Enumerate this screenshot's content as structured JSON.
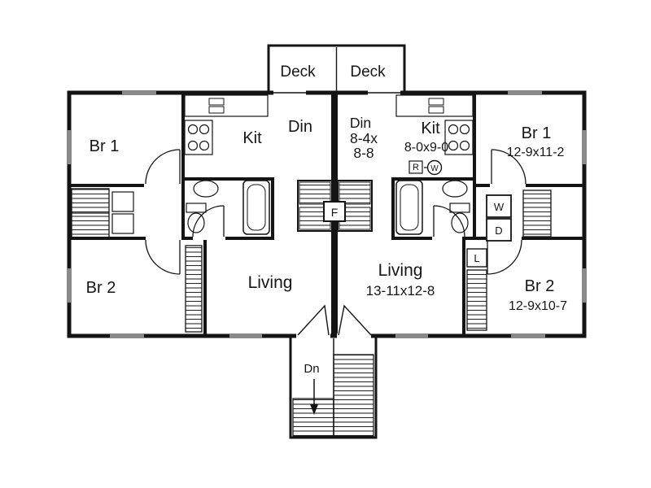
{
  "deck": {
    "left": "Deck",
    "right": "Deck"
  },
  "unit_left": {
    "br1": "Br 1",
    "kit": "Kit",
    "din": "Din",
    "br2": "Br 2",
    "living": "Living"
  },
  "unit_right": {
    "din": "Din",
    "din_dim1": "8-4x",
    "din_dim2": "8-8",
    "kit": "Kit",
    "kit_dim": "8-0x9-0",
    "br1": "Br 1",
    "br1_dim": "12-9x11-2",
    "living": "Living",
    "living_dim": "13-11x12-8",
    "br2": "Br 2",
    "br2_dim": "12-9x10-7"
  },
  "fixtures": {
    "furnace": "F",
    "washer": "W",
    "dryer": "D",
    "linen": "L",
    "range": "R",
    "water_heater": "W",
    "stairs_down": "Dn"
  },
  "colors": {
    "wall": "#141414",
    "background": "#ffffff"
  }
}
